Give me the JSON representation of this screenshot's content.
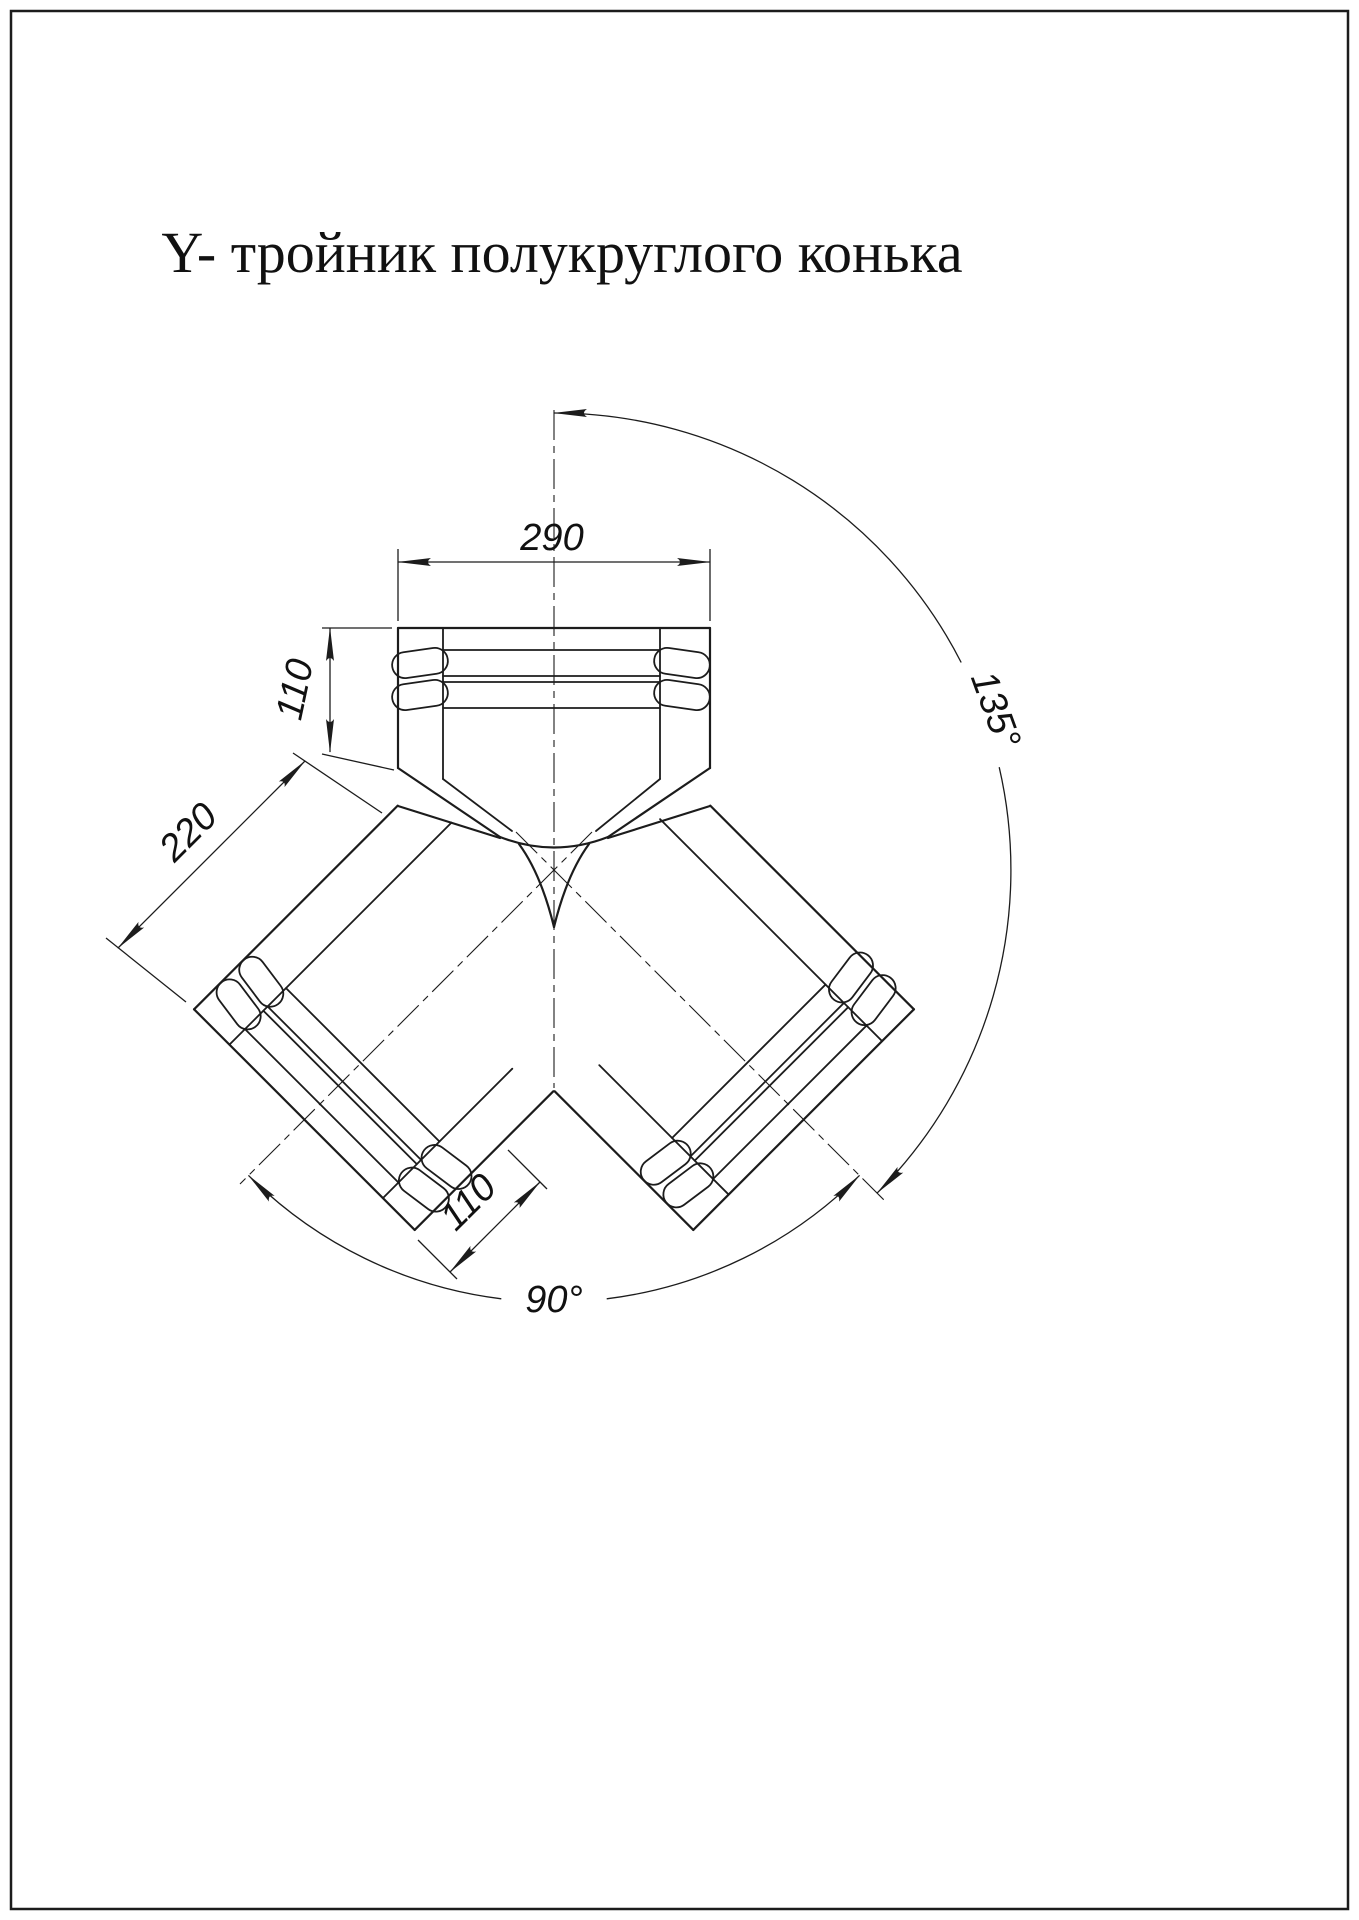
{
  "page": {
    "title": "Y- тройник полукруглого конька"
  },
  "drawing": {
    "dims": {
      "top_width": "290",
      "top_section": "110",
      "branch_length": "220",
      "branch_end_section": "110",
      "bottom_angle": "90°",
      "side_angle": "135°"
    },
    "colors": {
      "line": "#1c1c1c",
      "background": "#ffffff"
    }
  }
}
